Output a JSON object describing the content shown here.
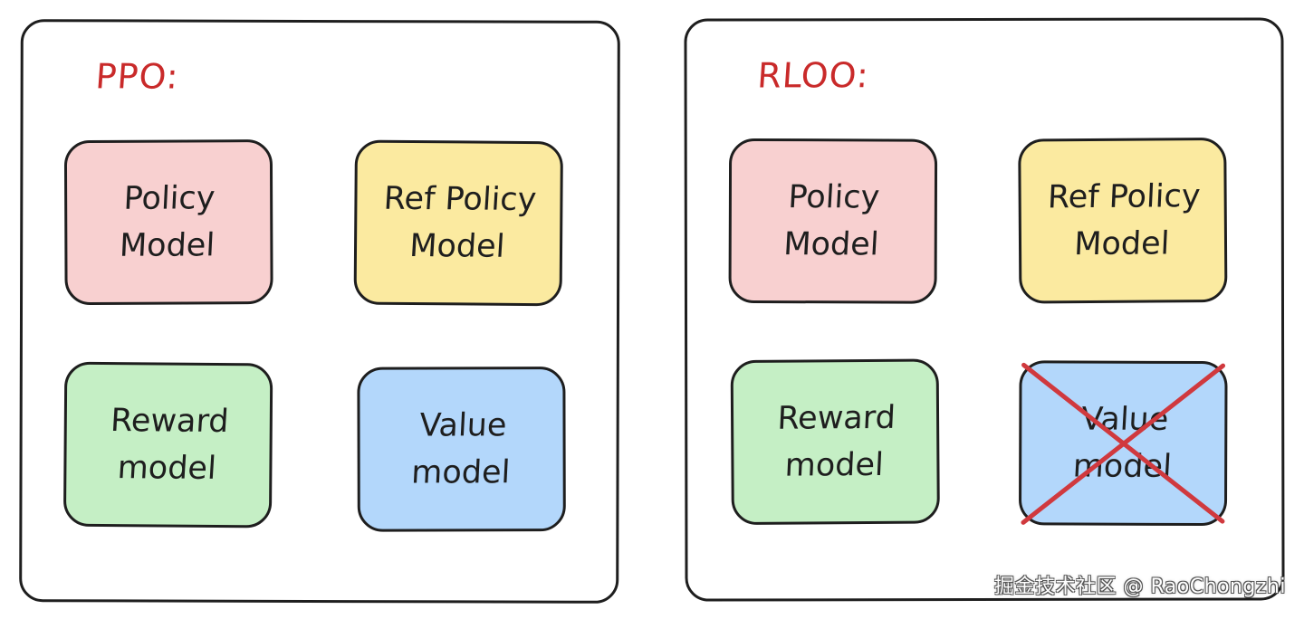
{
  "colors": {
    "title": "#c92a2a",
    "stroke": "#1e1e1e",
    "policy_fill": "#f8d0d0",
    "ref_policy_fill": "#fbeaa0",
    "reward_fill": "#c5efc5",
    "value_fill": "#b3d7fb",
    "cross_stroke": "#d0393e"
  },
  "panels": [
    {
      "title": "PPO:",
      "boxes": [
        {
          "label": "Policy\nModel",
          "fill": "policy"
        },
        {
          "label": "Ref Policy\nModel",
          "fill": "ref"
        },
        {
          "label": "Reward\nmodel",
          "fill": "reward"
        },
        {
          "label": "Value\nmodel",
          "fill": "value"
        }
      ]
    },
    {
      "title": "RLOO:",
      "boxes": [
        {
          "label": "Policy\nModel",
          "fill": "policy"
        },
        {
          "label": "Ref Policy\nModel",
          "fill": "ref"
        },
        {
          "label": "Reward\nmodel",
          "fill": "reward"
        },
        {
          "label": "Value\nmodel",
          "fill": "value",
          "crossed_out": true
        }
      ]
    }
  ],
  "watermark": "掘金技术社区 @ RaoChongzhi"
}
